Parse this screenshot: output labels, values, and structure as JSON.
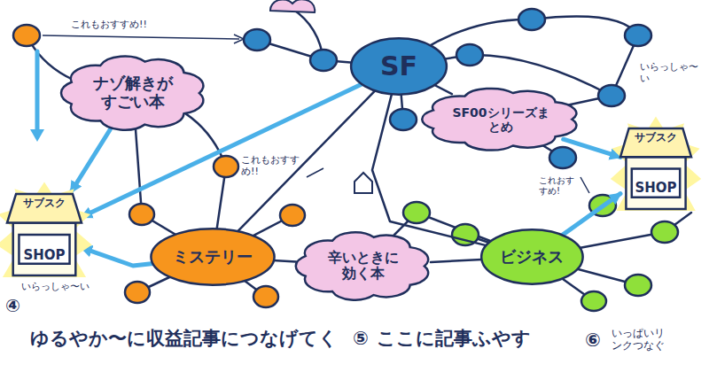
{
  "diagram": {
    "nodes": [
      {
        "text": [
          "ナゾ解きがすごい本"
        ]
      },
      {
        "text": [
          "SF"
        ]
      },
      {
        "text": [
          "SF00シリーズまとめ"
        ]
      },
      {
        "text": [
          "サブスク",
          "SHOP"
        ]
      },
      {
        "text": [
          "サブスク",
          "SHOP"
        ]
      },
      {
        "text": [
          "ミステリー"
        ]
      },
      {
        "text": [
          "辛いときに効く本"
        ]
      },
      {
        "text": [
          "ビジネス"
        ]
      }
    ],
    "edges": [
      {
        "from": 0,
        "to": 3,
        "arrow": "to"
      },
      {
        "from": 1,
        "to": 3,
        "arrow": "to"
      },
      {
        "from": 5,
        "to": 3,
        "arrow": "to"
      },
      {
        "from": 2,
        "to": 4,
        "arrow": "to"
      },
      {
        "from": 7,
        "to": 4,
        "arrow": "to"
      },
      {
        "from": 1,
        "to": 2,
        "arrow": "none"
      },
      {
        "from": 1,
        "to": 5,
        "arrow": "none"
      },
      {
        "from": 5,
        "to": 6,
        "arrow": "none"
      },
      {
        "from": 6,
        "to": 7,
        "arrow": "none"
      },
      {
        "from": 1,
        "to": 7,
        "arrow": "none"
      }
    ],
    "labels": [
      "これもおすすめ!!",
      "いらっしゃ〜い",
      "これもおすすめ!!",
      "これおすすめ!",
      "いらっしゃ〜い",
      "④",
      "ゆるやか〜に収益記事につなげてく",
      "⑤",
      "ここに記事ふやす",
      "⑥",
      "いっぱいリンクつなぐ"
    ]
  }
}
